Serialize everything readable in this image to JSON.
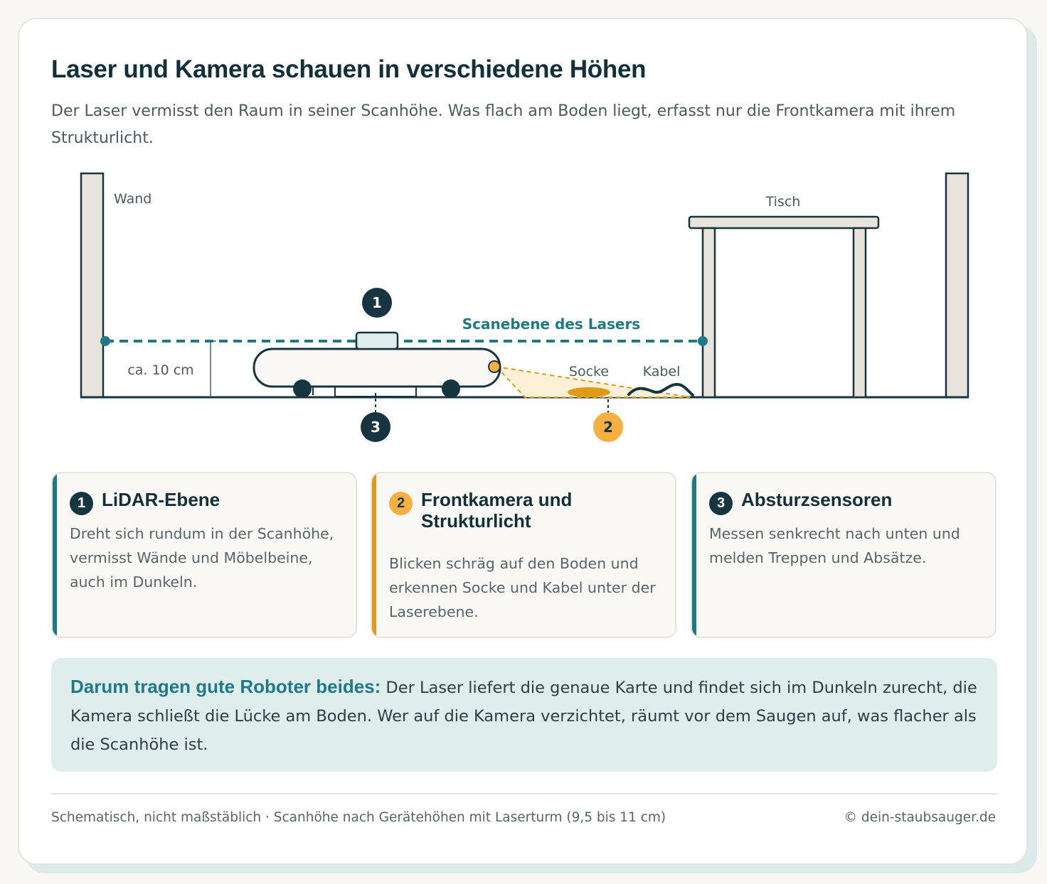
{
  "header": {
    "title": "Laser und Kamera schauen in verschiedene Höhen",
    "subtitle": "Der Laser vermisst den Raum in seiner Scanhöhe. Was flach am Boden liegt, erfasst nur die Frontkamera mit ihrem Strukturlicht."
  },
  "diagram": {
    "wall_label": "Wand",
    "table_label": "Tisch",
    "scan_plane_label": "Scanebene des Lasers",
    "height_label": "ca. 10 cm",
    "sock_label": "Socke",
    "cable_label": "Kabel",
    "marker_1": "1",
    "marker_2": "2",
    "marker_3": "3"
  },
  "cards": [
    {
      "number": "1",
      "title": "LiDAR-Ebene",
      "text": "Dreht sich rundum in der Scanhöhe, vermisst Wände und Möbelbeine, auch im Dunkeln."
    },
    {
      "number": "2",
      "title": "Frontkamera und Strukturlicht",
      "text": "Blicken schräg auf den Boden und erkennen Socke und Kabel unter der Laserebene."
    },
    {
      "number": "3",
      "title": "Absturzsensoren",
      "text": "Messen senkrecht nach unten und melden Treppen und Absätze."
    }
  ],
  "summary": {
    "lead": "Darum tragen gute Roboter beides:",
    "text": " Der Laser liefert die genaue Karte und findet sich im Dunkeln zurecht, die Kamera schließt die Lücke am Boden. Wer auf die Kamera verzichtet, räumt vor dem Saugen auf, was flacher als die Scanhöhe ist."
  },
  "footer": {
    "note": "Schematisch, nicht maßstäblich · Scanhöhe nach Gerätehöhen mit Laserturm (9,5 bis 11 cm)",
    "copyright": "© dein-staubsauger.de"
  },
  "colors": {
    "dark": "#163540",
    "teal": "#1f7a86",
    "amber": "#f5b041",
    "amber_dark": "#e09a17",
    "wall": "#e8e4dc"
  }
}
